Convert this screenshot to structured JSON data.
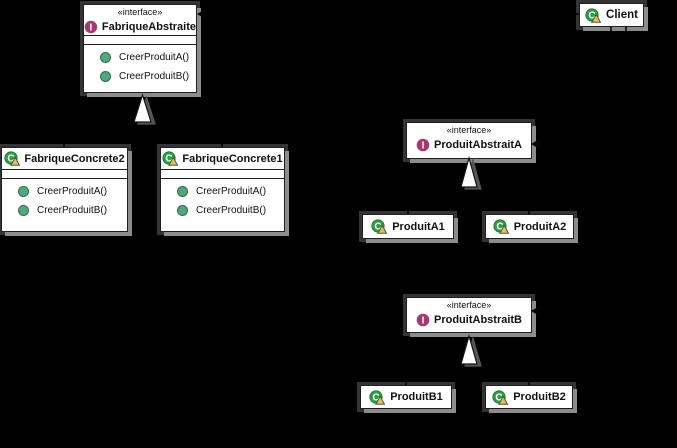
{
  "diagram": {
    "kind": "uml-class-diagram",
    "pattern": "Abstract Factory"
  },
  "colors": {
    "background": "#000000",
    "box_fill": "#ffffff",
    "box_border": "#1f1f1f",
    "box_shadow": "#8c8c8c",
    "interface_icon": "#a23a70",
    "class_icon": "#2f9e44",
    "warning_triangle": "#d9c26a",
    "method_dot": "#55a67f"
  },
  "icons": {
    "interface_letter": "I",
    "class_letter": "C"
  },
  "classes": [
    {
      "id": "fabrique-abstraite",
      "stereotype": "«interface»",
      "name": "FabriqueAbstraite",
      "methods": [
        "CreerProduitA()",
        "CreerProduitB()"
      ]
    },
    {
      "id": "client",
      "name": "Client"
    },
    {
      "id": "fabrique-concrete2",
      "name": "FabriqueConcrete2",
      "methods": [
        "CreerProduitA()",
        "CreerProduitB()"
      ]
    },
    {
      "id": "fabrique-concrete1",
      "name": "FabriqueConcrete1",
      "methods": [
        "CreerProduitA()",
        "CreerProduitB()"
      ]
    },
    {
      "id": "produit-abstrait-a",
      "stereotype": "«interface»",
      "name": "ProduitAbstraitA"
    },
    {
      "id": "produit-a1",
      "name": "ProduitA1"
    },
    {
      "id": "produit-a2",
      "name": "ProduitA2"
    },
    {
      "id": "produit-abstrait-b",
      "stereotype": "«interface»",
      "name": "ProduitAbstraitB"
    },
    {
      "id": "produit-b1",
      "name": "ProduitB1"
    },
    {
      "id": "produit-b2",
      "name": "ProduitB2"
    }
  ],
  "relationships": [
    {
      "from": "FabriqueConcrete2",
      "to": "FabriqueAbstraite",
      "type": "generalization"
    },
    {
      "from": "FabriqueConcrete1",
      "to": "FabriqueAbstraite",
      "type": "generalization"
    },
    {
      "from": "ProduitA1",
      "to": "ProduitAbstraitA",
      "type": "generalization"
    },
    {
      "from": "ProduitA2",
      "to": "ProduitAbstraitA",
      "type": "generalization"
    },
    {
      "from": "ProduitB1",
      "to": "ProduitAbstraitB",
      "type": "generalization"
    },
    {
      "from": "ProduitB2",
      "to": "ProduitAbstraitB",
      "type": "generalization"
    },
    {
      "from": "Client",
      "to": "FabriqueAbstraite",
      "type": "dependency"
    },
    {
      "from": "Client",
      "to": "ProduitAbstraitA",
      "type": "dependency"
    },
    {
      "from": "Client",
      "to": "ProduitAbstraitB",
      "type": "dependency"
    }
  ]
}
